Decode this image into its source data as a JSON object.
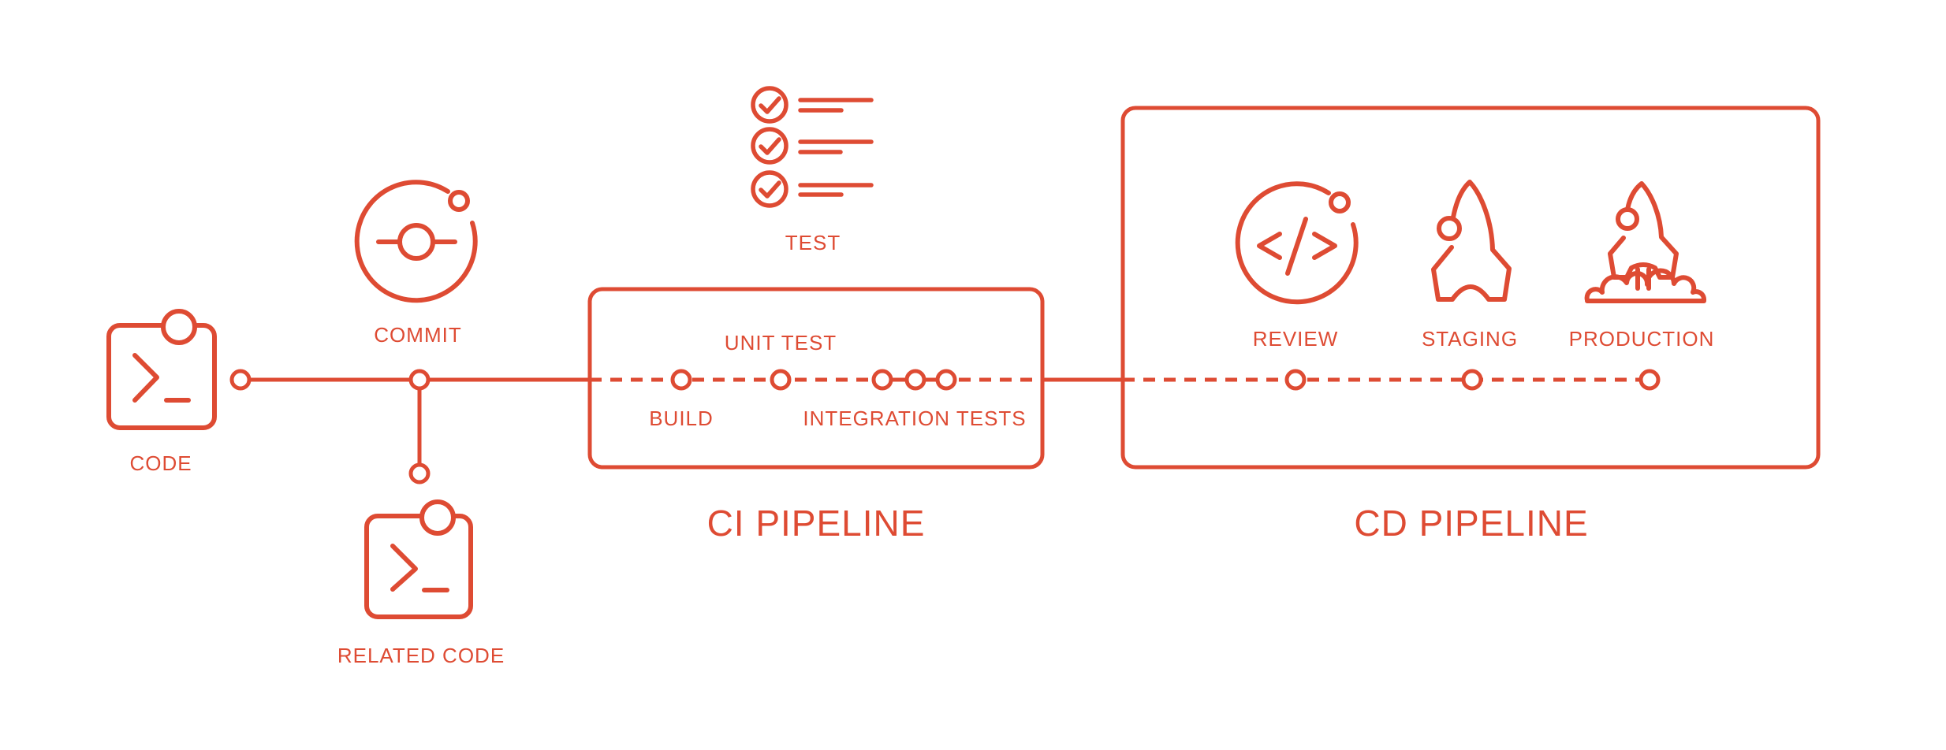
{
  "canvas": {
    "background": "#FFFFFF",
    "accent_color": "#DE4B33"
  },
  "source": {
    "code_label": "CODE",
    "commit_label": "COMMIT",
    "related_code_label": "RELATED CODE"
  },
  "test": {
    "label": "TEST"
  },
  "ci_pipeline": {
    "title": "CI PIPELINE",
    "build_label": "BUILD",
    "unit_test_label": "UNIT TEST",
    "integration_tests_label": "INTEGRATION TESTS"
  },
  "cd_pipeline": {
    "title": "CD PIPELINE",
    "review_label": "REVIEW",
    "staging_label": "STAGING",
    "production_label": "PRODUCTION"
  }
}
